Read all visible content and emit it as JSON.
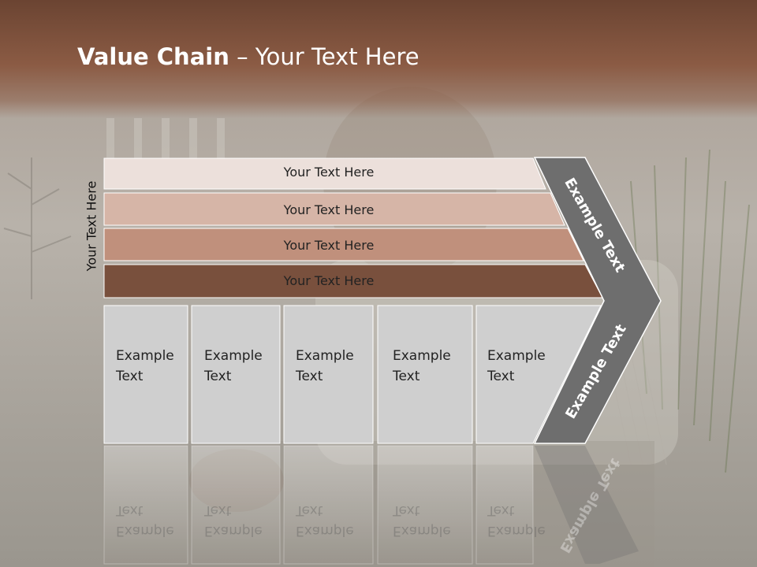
{
  "slide": {
    "title_bold": "Value Chain",
    "title_rest": " – Your Text Here",
    "side_label": "Your Text Here",
    "rows": [
      {
        "label": "Your Text Here",
        "color": "#ece0db"
      },
      {
        "label": "Your Text Here",
        "color": "#d6b5a7"
      },
      {
        "label": "Your Text Here",
        "color": "#c0907c"
      },
      {
        "label": "Your Text Here",
        "color": "#79503d"
      }
    ],
    "boxes": [
      {
        "label": "Example\nText"
      },
      {
        "label": "Example\nText"
      },
      {
        "label": "Example\nText"
      },
      {
        "label": "Example\nText"
      },
      {
        "label": "Example\nText"
      }
    ],
    "chevron_top_label": "Example Text",
    "chevron_bottom_label": "Example Text",
    "colors": {
      "header": "#8b5b44",
      "box_fill": "#cfcfcf",
      "chevron_fill": "#6e6e6e"
    }
  }
}
